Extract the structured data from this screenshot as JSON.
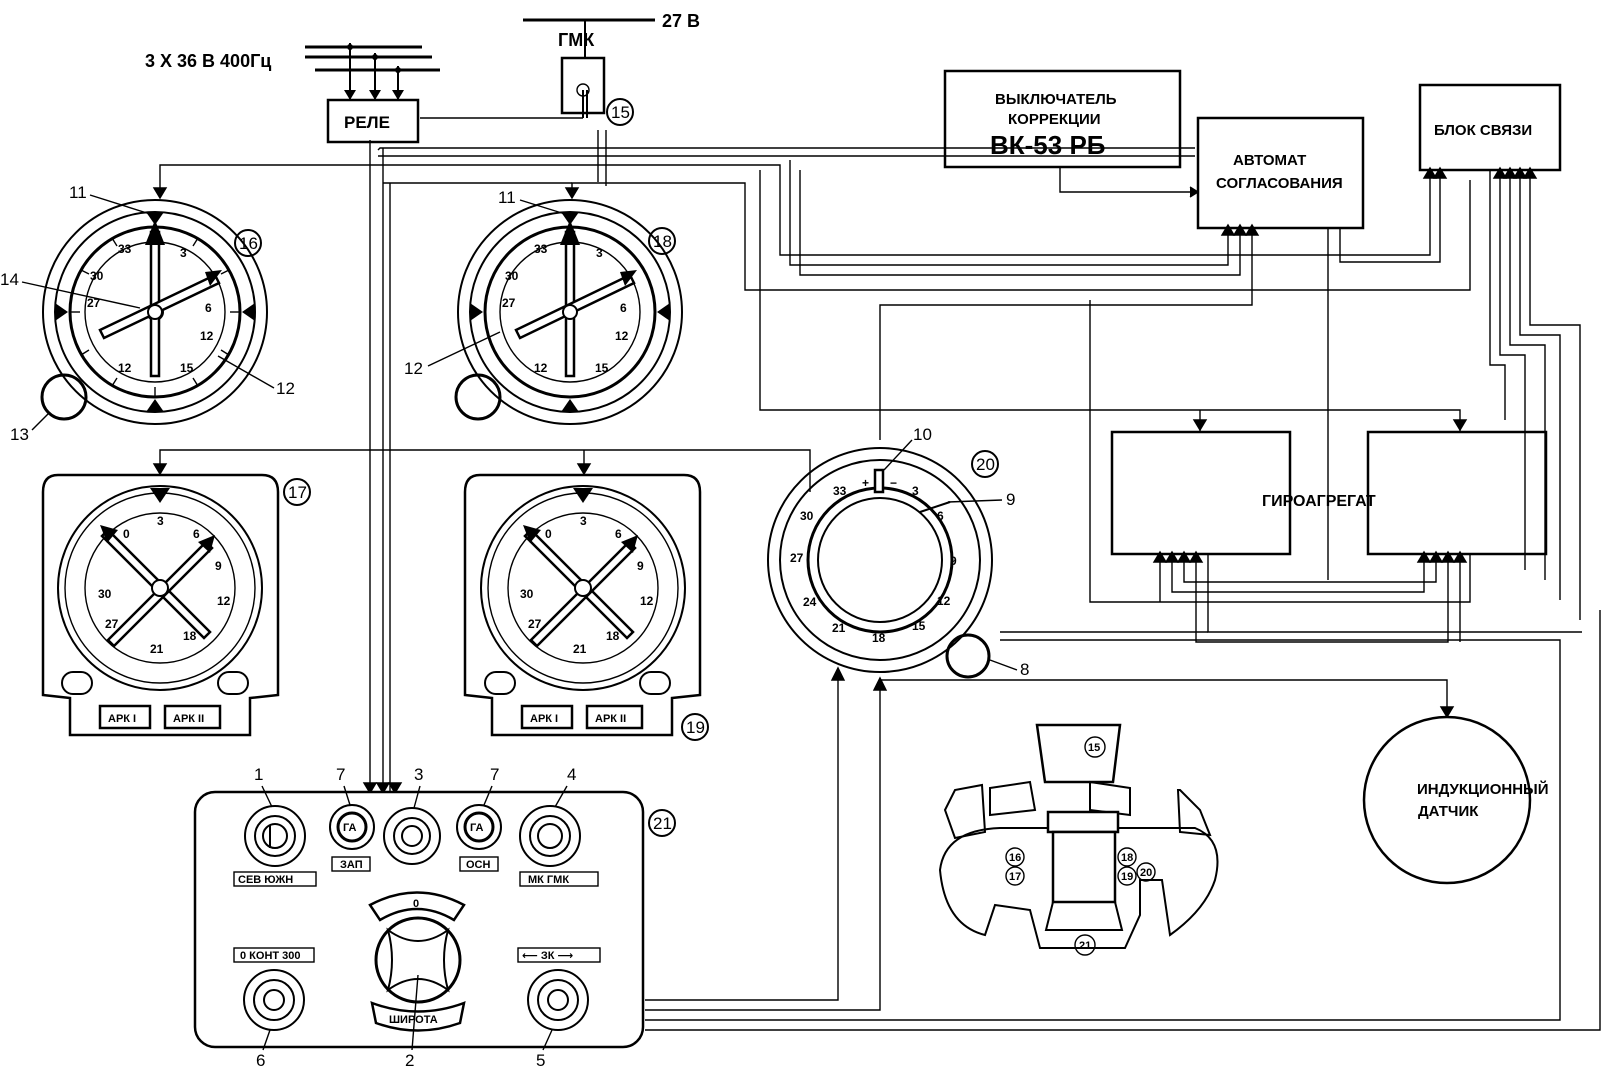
{
  "power": {
    "dc": "27 В",
    "ac": "3 Х 36 В  400Гц"
  },
  "blocks": {
    "gmk": "ГМК",
    "rele": "РЕЛЕ",
    "vk_line1": "ВЫКЛЮЧАТЕЛЬ",
    "vk_line2": "КОРРЕКЦИИ",
    "vk_line3": "ВК-53 РБ",
    "avtomat_line1": "АВТОМАТ",
    "avtomat_line2": "СОГЛАСОВАНИЯ",
    "blok_svyazi": "БЛОК СВЯЗИ",
    "giroagregat": "ГИРОАГРЕГАТ",
    "datchik_line1": "ИНДУКЦИОННЫЙ",
    "datchik_line2": "ДАТЧИК"
  },
  "callouts": {
    "n1": "1",
    "n2": "2",
    "n3": "3",
    "n4": "4",
    "n5": "5",
    "n6": "6",
    "n7a": "7",
    "n7b": "7",
    "n8": "8",
    "n9": "9",
    "n10": "10",
    "n11a": "11",
    "n11b": "11",
    "n12a": "12",
    "n12b": "12",
    "n13": "13",
    "n14": "14"
  },
  "circled": {
    "c15": "15",
    "c16": "16",
    "c17": "17",
    "c18": "18",
    "c19": "19",
    "c20": "20",
    "c21": "21"
  },
  "rmi": {
    "ark1": "АРК I",
    "ark2": "АРК II"
  },
  "panel": {
    "sw1": "СЕВ     ЮЖН",
    "sw4": "МК    ГМК",
    "lamp_left": "ЗАП",
    "lamp_right": "ОСН",
    "lamp_text": "ГА",
    "sw6": "0  КОНТ  300",
    "sw5": "⟵  ЗК  ⟶",
    "latitude": "ШИРОТА"
  },
  "dial_labels": [
    "33",
    "3",
    "6",
    "9",
    "12",
    "15",
    "18",
    "21",
    "24",
    "27",
    "30",
    "0"
  ],
  "layout": {
    "c15": "15",
    "c16": "16",
    "c17": "17",
    "c18": "18",
    "c19": "19",
    "c20": "20",
    "c21": "21"
  }
}
